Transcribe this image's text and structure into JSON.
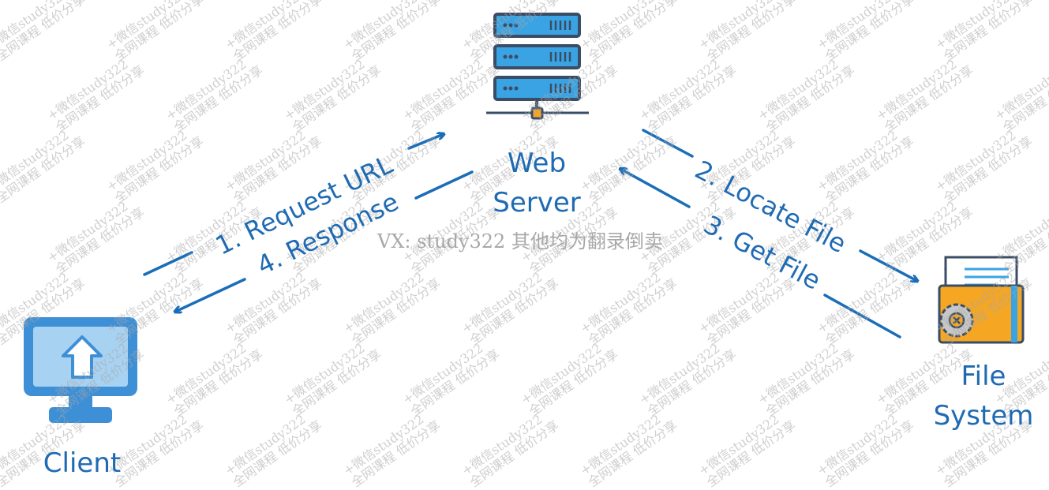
{
  "nodes": {
    "web_server": {
      "line1": "Web",
      "line2": "Server"
    },
    "client": {
      "label": "Client"
    },
    "file_system": {
      "line1": "File",
      "line2": "System"
    }
  },
  "edges": {
    "request": "1. Request URL",
    "response": "4. Response",
    "locate": "2. Locate File",
    "get": "3. Get File"
  },
  "watermark": {
    "center_text": "VX: study322 其他均为翻录倒卖",
    "tile_line1": "+微信study322",
    "tile_line2": "全网课程 低价分享"
  },
  "colors": {
    "arrow": "#1a6db8",
    "label": "#1f6bb3",
    "server_bar": "#3aa3e3",
    "server_outline": "#3a4d66",
    "monitor": "#3d8fd6",
    "folder": "#f5a623"
  }
}
